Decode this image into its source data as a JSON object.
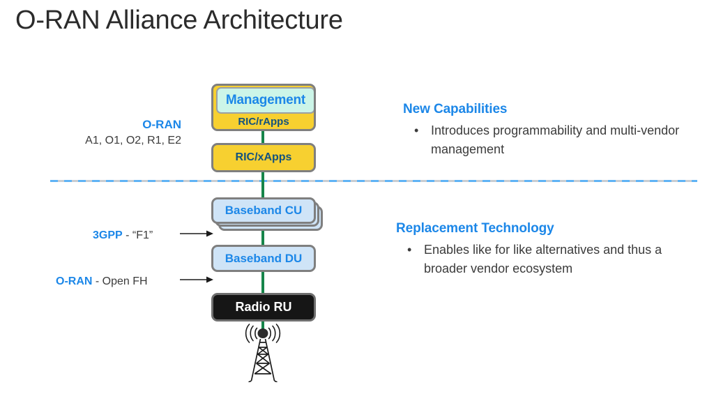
{
  "slide": {
    "title": "O-RAN Alliance Architecture",
    "background": "#ffffff"
  },
  "colors": {
    "accent_blue": "#1c87e8",
    "dark_blue_text": "#14527e",
    "yellow_box": "#f7d030",
    "mint_box": "#ccf5e8",
    "light_blue_box": "#cfe4f7",
    "black_box": "#161616",
    "box_border_gray": "#7f7f7f",
    "spine_green": "#17854a",
    "divider_gray": "#c9cdd1",
    "divider_dash_blue": "#5fb3f5",
    "body_text": "#3b3b3b",
    "title_text": "#2b2b2b"
  },
  "stack": {
    "management": {
      "label": "Management",
      "sublabel": "RIC/rApps"
    },
    "xapps": {
      "label": "RIC/xApps"
    },
    "baseband_cu": {
      "label": "Baseband CU"
    },
    "baseband_du": {
      "label": "Baseband DU"
    },
    "radio_ru": {
      "label": "Radio RU"
    },
    "tower_icon": "cell-tower-icon"
  },
  "left_labels": {
    "oran_interfaces": {
      "heading": "O-RAN",
      "list": "A1, O1, O2, R1, E2"
    },
    "f1": {
      "highlight": "3GPP",
      "rest": " - “F1”",
      "arrow_icon": "right-arrow-icon"
    },
    "open_fh": {
      "highlight": "O-RAN",
      "rest": " - Open FH",
      "arrow_icon": "right-arrow-icon"
    }
  },
  "right_panel": {
    "sections": [
      {
        "heading": "New Capabilities",
        "bullets": [
          "Introduces programmability and multi-vendor management"
        ],
        "bullet_glyph": "•"
      },
      {
        "heading": "Replacement Technology",
        "bullets": [
          "Enables like for like alternatives and thus a broader vendor ecosystem"
        ],
        "bullet_glyph": "•"
      }
    ]
  }
}
